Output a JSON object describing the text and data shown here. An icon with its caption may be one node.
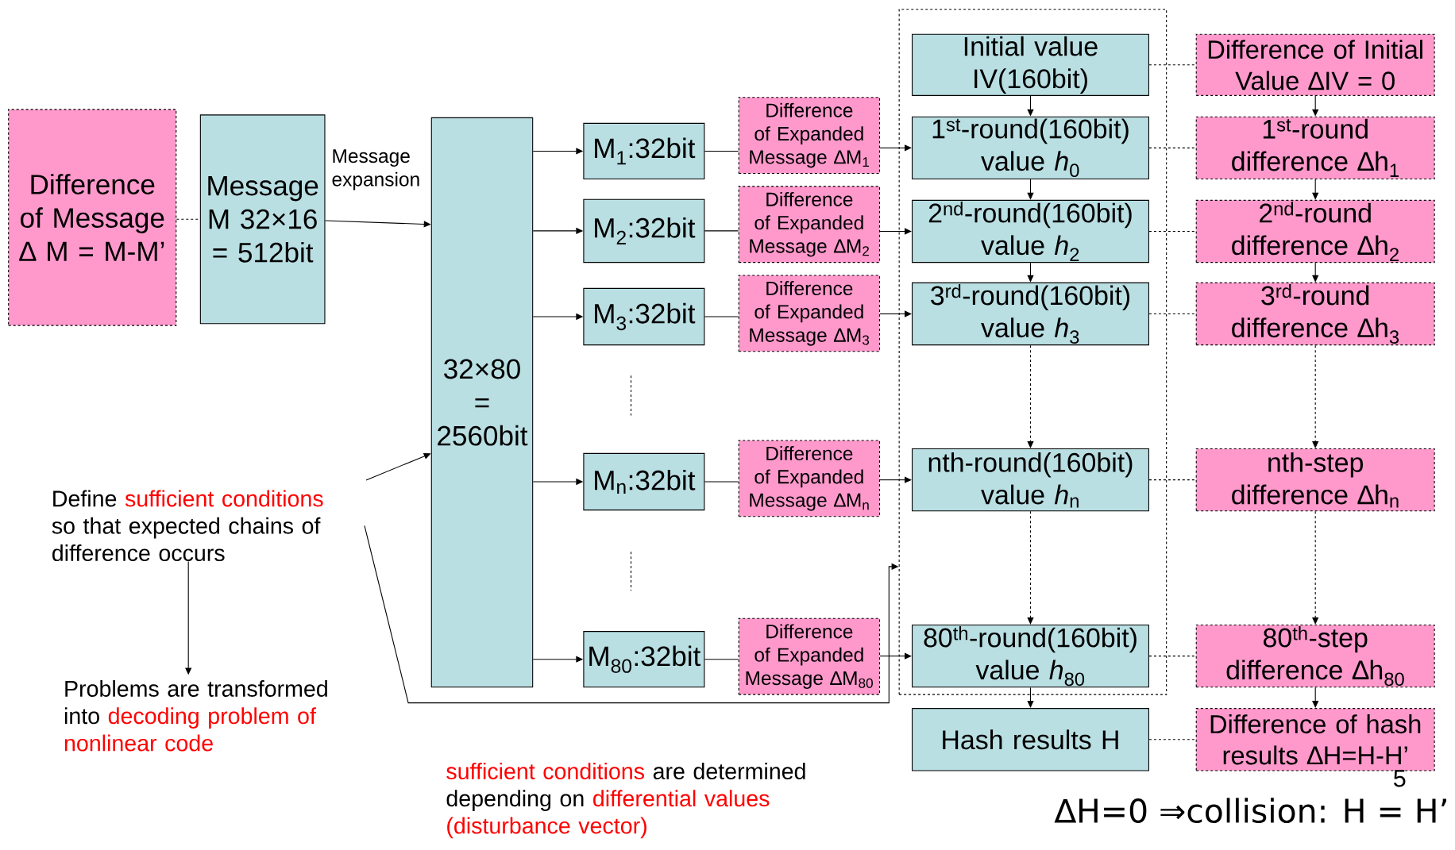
{
  "diagram": {
    "nodes": [
      {
        "text": [
          "Difference of Message ∆ M = M-M’"
        ]
      },
      {
        "text": [
          "Message M 32×16 = 512bit"
        ]
      },
      {
        "text": [
          "32×80 = 2560bit"
        ]
      },
      {
        "text": [
          "M$_{1}$:32bit"
        ]
      },
      {
        "text": [
          "M$_{2}$:32bit"
        ]
      },
      {
        "text": [
          "M$_{3}$:32bit"
        ]
      },
      {
        "text": [
          "M$_{n}$:32bit"
        ]
      },
      {
        "text": [
          "M$_{80}$:32bit"
        ]
      },
      {
        "text": [
          "Difference of Expanded Message ∆M$_{1}$"
        ]
      },
      {
        "text": [
          "Difference of Expanded Message ∆M$_{2}$"
        ]
      },
      {
        "text": [
          "Difference of Expanded Message ∆M$_{3}$"
        ]
      },
      {
        "text": [
          "Difference of Expanded Message ∆M$_{n}$"
        ]
      },
      {
        "text": [
          "Difference of Expanded Message ∆M$_{80}$"
        ]
      },
      {
        "text": [],
        "shape": "box"
      },
      {
        "text": [
          "Initial value IV(160bit)"
        ],
        "in": 13
      },
      {
        "text": [
          "1$^{st}$-round(160bit) value *h*$_{0}$"
        ],
        "in": 13
      },
      {
        "text": [
          "2$^{nd}$-round(160bit) value *h*$_{2}$"
        ],
        "in": 13
      },
      {
        "text": [
          "3$^{rd}$-round(160bit) value *h*$_{3}$"
        ],
        "in": 13
      },
      {
        "text": [
          "nth-round(160bit) value *h*$_{n}$"
        ],
        "in": 13
      },
      {
        "text": [
          "80$^{th}$-round(160bit) value *h*$_{80}$"
        ],
        "in": 13
      },
      {
        "text": [
          "Hash results H"
        ]
      },
      {
        "text": [
          "Difference of Initial Value ∆IV = 0"
        ]
      },
      {
        "text": [
          "1$^{st}$-round difference ∆h$_{1}$"
        ]
      },
      {
        "text": [
          "2$^{nd}$-round difference ∆h$_{2}$"
        ]
      },
      {
        "text": [
          "3$^{rd}$-round difference ∆h$_{3}$"
        ]
      },
      {
        "text": [
          "nth-step difference ∆h$_{n}$"
        ]
      },
      {
        "text": [
          "80$^{th}$-step difference ∆h$_{80}$"
        ]
      },
      {
        "text": [
          "Difference of hash results ∆H=H-H’"
        ]
      },
      {
        "text": [
          "Define",
          "sufficient conditions",
          "so that expected chains of difference occurs"
        ]
      },
      {
        "text": [
          "Problems are transformed into",
          "decoding problem of nonlinear code"
        ]
      }
    ],
    "edges": [
      {
        "from": 0,
        "to": 1,
        "arrow": "none",
        "style": "dashed"
      },
      {
        "from": 1,
        "to": 2,
        "arrow": "to",
        "label": "Message expansion"
      },
      {
        "from": 2,
        "to": 3,
        "arrow": "to"
      },
      {
        "from": 2,
        "to": 4,
        "arrow": "to"
      },
      {
        "from": 2,
        "to": 5,
        "arrow": "to"
      },
      {
        "from": 2,
        "to": 6,
        "arrow": "to"
      },
      {
        "from": 2,
        "to": 7,
        "arrow": "to"
      },
      {
        "from": 3,
        "to": 8,
        "arrow": "none"
      },
      {
        "from": 4,
        "to": 9,
        "arrow": "none"
      },
      {
        "from": 5,
        "to": 10,
        "arrow": "none"
      },
      {
        "from": 6,
        "to": 11,
        "arrow": "none"
      },
      {
        "from": 7,
        "to": 12,
        "arrow": "none"
      },
      {
        "from": 8,
        "to": 15,
        "arrow": "to"
      },
      {
        "from": 9,
        "to": 16,
        "arrow": "to"
      },
      {
        "from": 10,
        "to": 17,
        "arrow": "to"
      },
      {
        "from": 11,
        "to": 18,
        "arrow": "to"
      },
      {
        "from": 12,
        "to": 19,
        "arrow": "to"
      },
      {
        "from": 14,
        "to": 15,
        "arrow": "to"
      },
      {
        "from": 15,
        "to": 16,
        "arrow": "to"
      },
      {
        "from": 16,
        "to": 17,
        "arrow": "to"
      },
      {
        "from": 17,
        "to": 18,
        "arrow": "to",
        "style": "dashed"
      },
      {
        "from": 18,
        "to": 19,
        "arrow": "to",
        "style": "dashed"
      },
      {
        "from": 19,
        "to": 20,
        "arrow": "to"
      },
      {
        "from": 14,
        "to": 21,
        "arrow": "none",
        "style": "dashed"
      },
      {
        "from": 15,
        "to": 22,
        "arrow": "none",
        "style": "dashed"
      },
      {
        "from": 16,
        "to": 23,
        "arrow": "none",
        "style": "dashed"
      },
      {
        "from": 17,
        "to": 24,
        "arrow": "none",
        "style": "dashed"
      },
      {
        "from": 18,
        "to": 25,
        "arrow": "none",
        "style": "dashed"
      },
      {
        "from": 19,
        "to": 26,
        "arrow": "none",
        "style": "dashed"
      },
      {
        "from": 20,
        "to": 27,
        "arrow": "none",
        "style": "dashed"
      },
      {
        "from": 21,
        "to": 22,
        "arrow": "to"
      },
      {
        "from": 22,
        "to": 23,
        "arrow": "to"
      },
      {
        "from": 23,
        "to": 24,
        "arrow": "to"
      },
      {
        "from": 24,
        "to": 25,
        "arrow": "to",
        "style": "dashed"
      },
      {
        "from": 25,
        "to": 26,
        "arrow": "to",
        "style": "dashed"
      },
      {
        "from": 26,
        "to": 27,
        "arrow": "to"
      },
      {
        "from": 28,
        "to": 2,
        "arrow": "to"
      },
      {
        "from": 28,
        "to": 13,
        "arrow": "to"
      },
      {
        "from": 28,
        "to": 29,
        "arrow": "to"
      }
    ],
    "labels": [
      "sufficient conditions",
      "are determined depending on",
      "differential values (disturbance vector)",
      "5",
      "∆H=0 ⇒collision: H = H’"
    ]
  }
}
